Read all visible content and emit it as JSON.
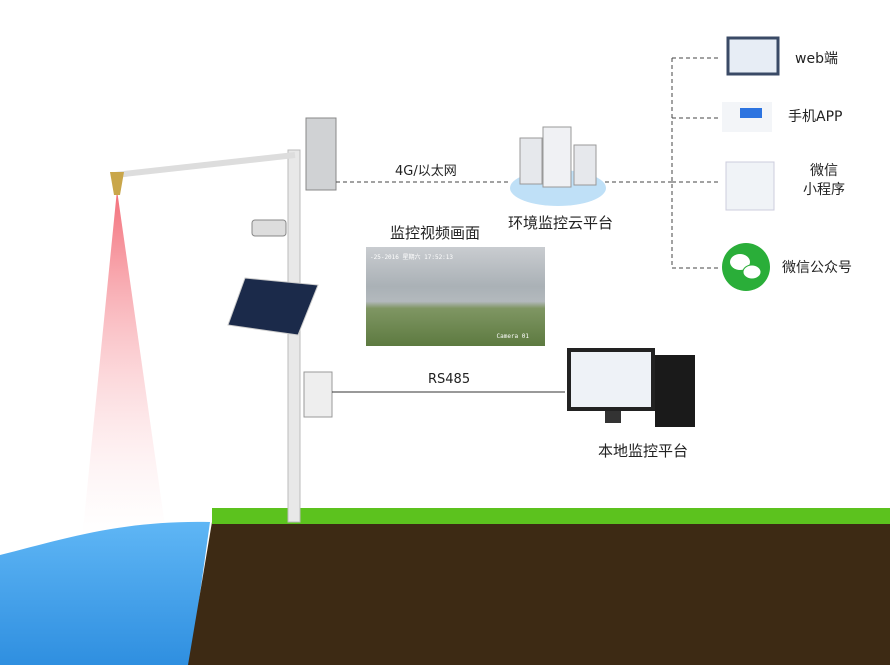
{
  "labels": {
    "network": "4G/以太网",
    "cloud": "环境监控云平台",
    "video_title": "监控视频画面",
    "rs485": "RS485",
    "local": "本地监控平台"
  },
  "video": {
    "timestamp": "-25-2016 星期六 17:52:13",
    "camera": "Camera 01"
  },
  "clients": [
    {
      "label": "web端",
      "icon": "monitor-screens-icon"
    },
    {
      "label": "手机APP",
      "icon": "mobile-app-icon"
    },
    {
      "label": "微信\n小程序",
      "line1": "微信",
      "line2": "小程序",
      "icon": "mini-program-icon"
    },
    {
      "label": "微信公众号",
      "icon": "wechat-icon"
    }
  ],
  "colors": {
    "ground": "#3d2a14",
    "grass": "#5cc21e",
    "water": "#4aa8f0",
    "wechat": "#2aae39",
    "beam": "#f2707a"
  }
}
